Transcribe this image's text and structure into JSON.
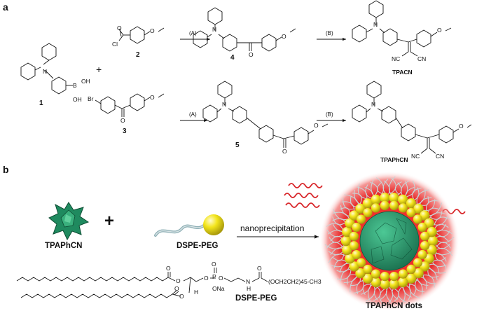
{
  "panels": {
    "a": "a",
    "b": "b"
  },
  "scheme": {
    "compounds": {
      "c1": "1",
      "c2": "2",
      "c3": "3",
      "c4": "4",
      "c5": "5",
      "tpacn": "TPACN",
      "tpaphcn": "TPAPhCN"
    },
    "conditions": {
      "A": "(A)",
      "B": "(B)"
    },
    "atoms": {
      "N": "N",
      "B": "B",
      "OH": "OH",
      "Cl": "Cl",
      "Br": "Br",
      "O": "O",
      "NC": "NC",
      "CN": "CN"
    },
    "plus": "+"
  },
  "assembly": {
    "tpaphcn_label": "TPAPhCN",
    "dspe_label": "DSPE-PEG",
    "plus": "+",
    "method": "nanoprecipitation",
    "dots_label": "TPAPhCN dots"
  },
  "lipid": {
    "name": "DSPE-PEG",
    "peg_chain": "(OCH2CH2)45-CH3",
    "atoms": {
      "O": "O",
      "H": "H",
      "P": "P",
      "ONa": "ONa",
      "N": "N"
    }
  },
  "colors": {
    "glow": "#e3262a",
    "yellow": "#f2e21a",
    "green": "#2e9c6e",
    "peg": "#b9c6c9",
    "text": "#111111"
  }
}
